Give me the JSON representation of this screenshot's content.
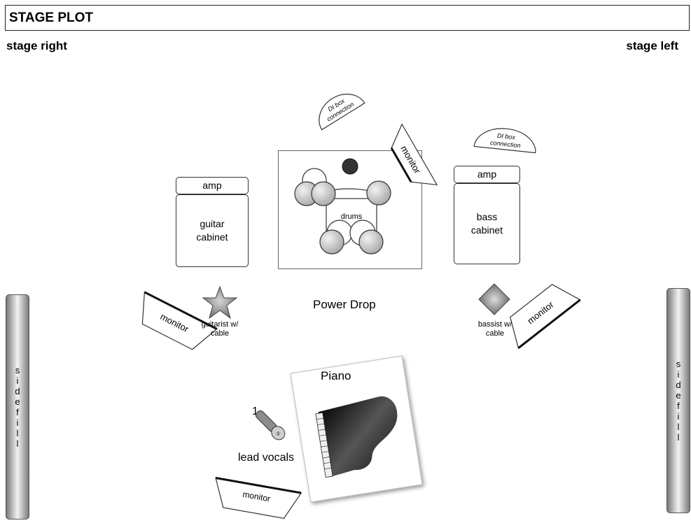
{
  "title": "STAGE PLOT",
  "stage_right": "stage right",
  "stage_left": "stage left",
  "amp_left": "amp",
  "guitar_cabinet": "guitar\ncabinet",
  "amp_right": "amp",
  "bass_cabinet": "bass\ncabinet",
  "drums": "drums",
  "di_box_1": "DI box connection",
  "di_box_2": "DI box connection",
  "monitor_top": "monitor",
  "monitor_left": "monitor",
  "monitor_right": "monitor",
  "monitor_bottom": "monitor",
  "guitarist": "guitarist w/\ncable",
  "bassist": "bassist w/\ncable",
  "power_drop": "Power Drop",
  "piano": "Piano",
  "vocal_number": "1",
  "lead_vocals": "lead vocals",
  "sidefill_left": "s\ni\nd\ne\nf\ni\nl\nl",
  "sidefill_right": "s\ni\nd\ne\nf\ni\nl\nl",
  "colors": {
    "border": "#333333",
    "drum_shell": "#d0d0d0",
    "drum_dark": "#333333",
    "piano": "#1a1a1a"
  },
  "icons": [
    "star-icon",
    "diamond-icon",
    "microphone-icon",
    "grand-piano-icon"
  ]
}
